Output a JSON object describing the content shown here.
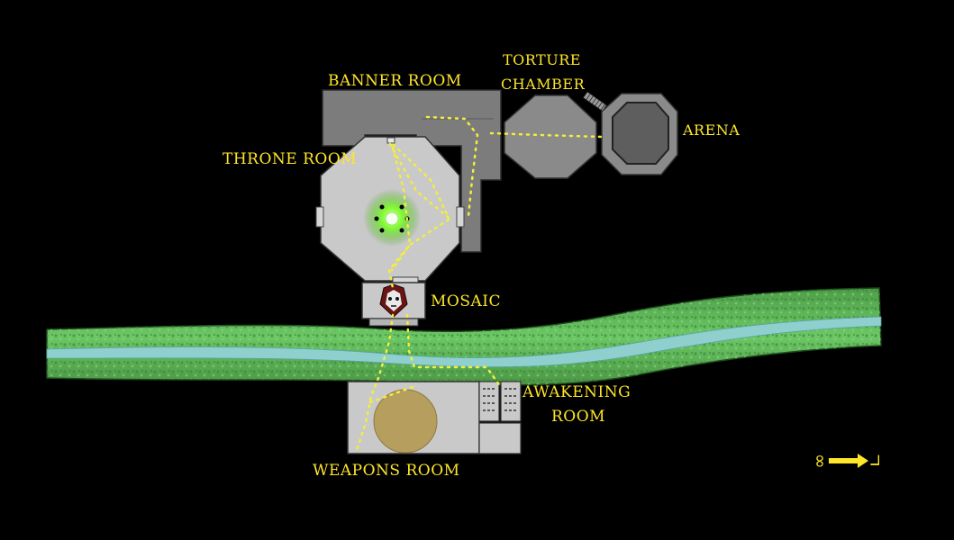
{
  "labels": {
    "banner_room": "BANNER ROOM",
    "torture_line1": "TORTURE",
    "torture_line2": "CHAMBER",
    "arena": "ARENA",
    "throne_room": "THRONE ROOM",
    "mosaic": "MOSAIC",
    "awakening_line1": "AWAKENING",
    "awakening_line2": "ROOM",
    "weapons_room": "WEAPONS ROOM"
  },
  "compass": {
    "glyph_left": "∞",
    "glyph_right": "ㄱ"
  },
  "colors": {
    "background": "#000000",
    "label_text": "#ffe629",
    "path_dots": "#f3ee3c",
    "dark_room": "#7c7c7c",
    "light_room": "#c9c9c9",
    "grass": "#5fb25a",
    "river": "#8fd0cf",
    "glow": "#7dff2c"
  }
}
